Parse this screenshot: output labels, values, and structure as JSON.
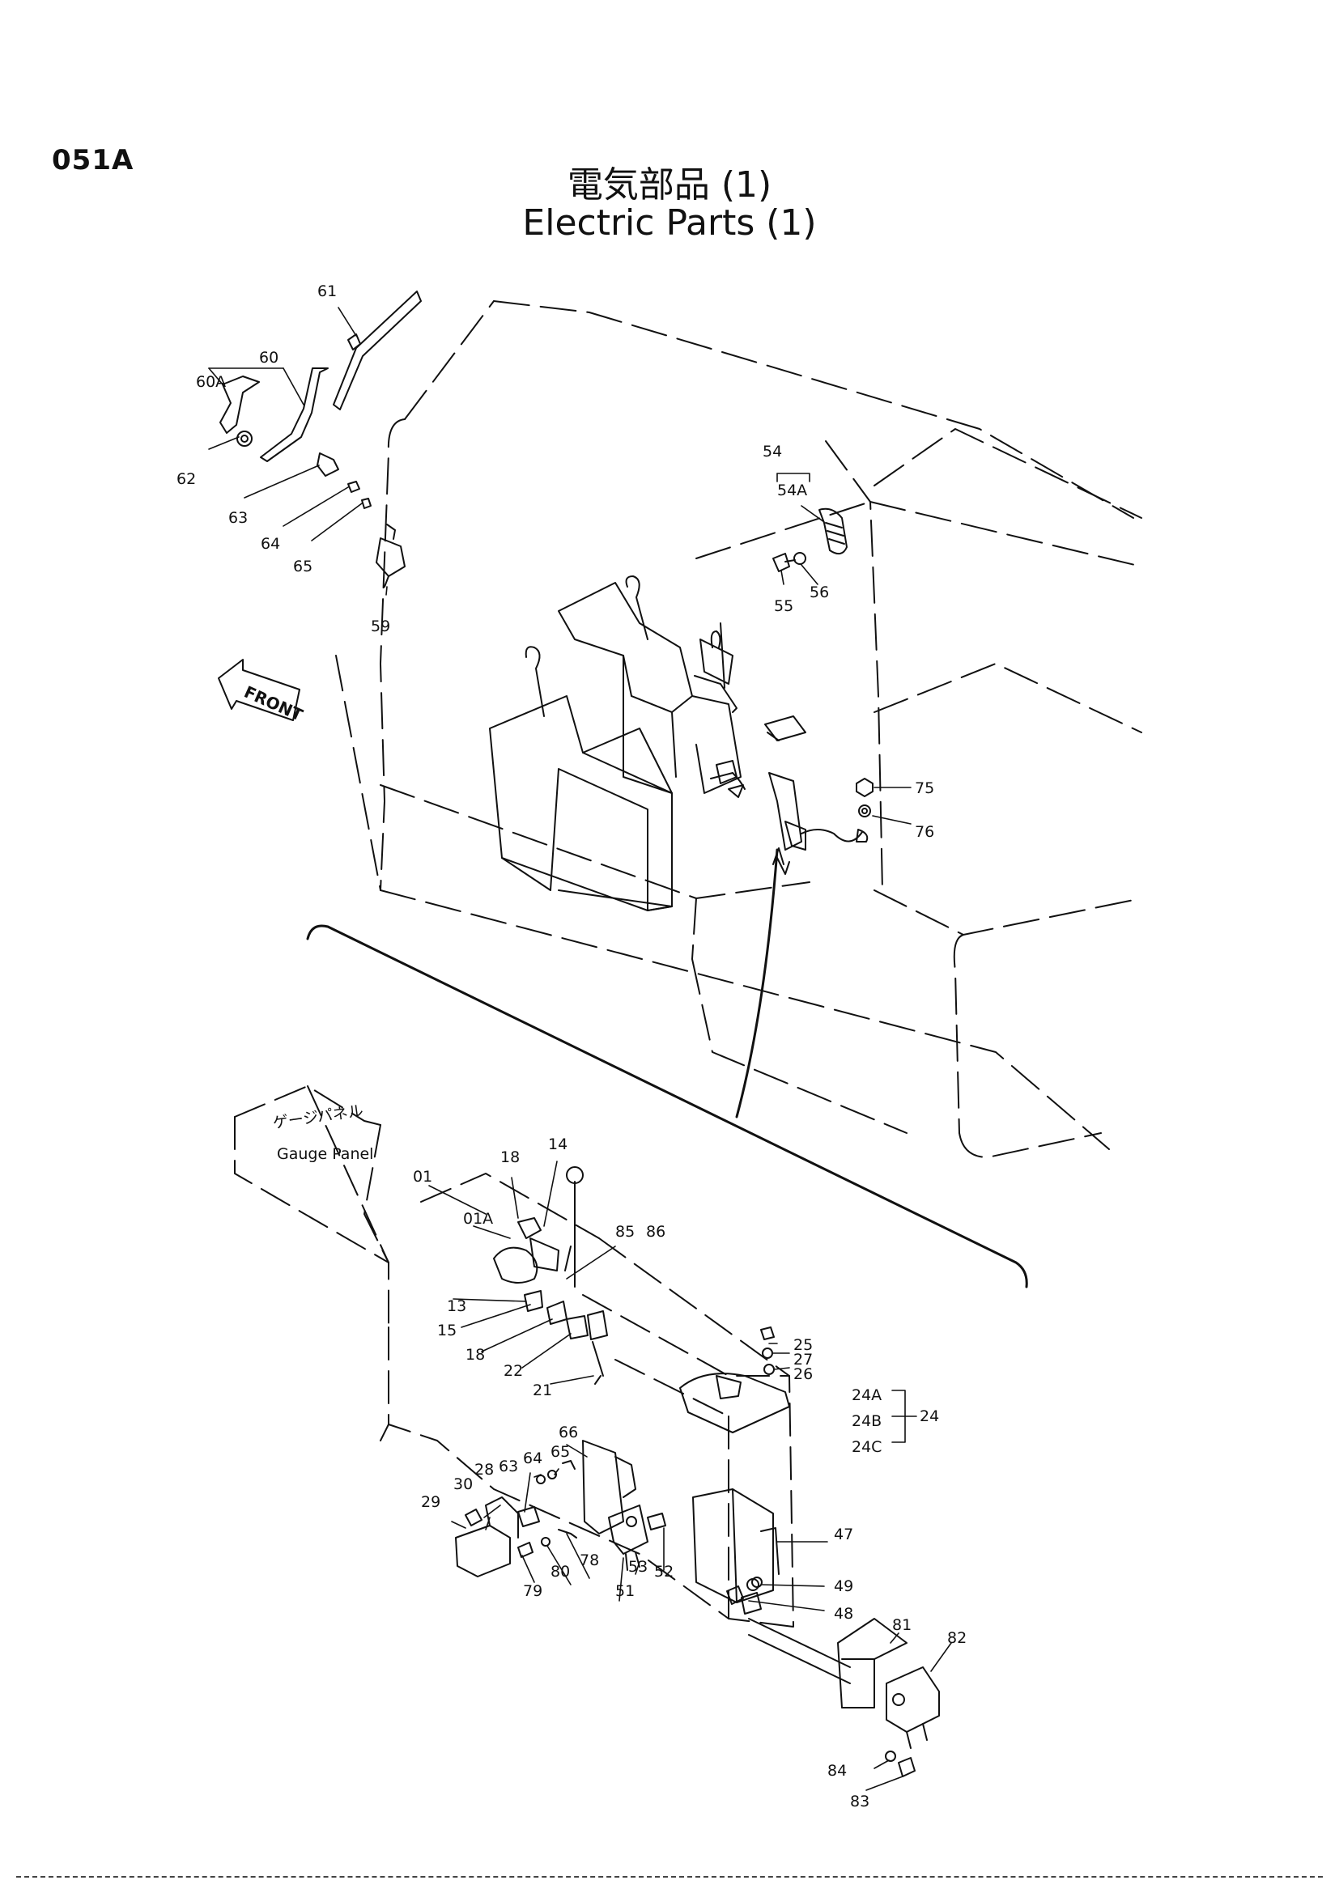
{
  "header": {
    "page_code": "051A",
    "title_jp": "電気部品 (1)",
    "title_en": "Electric Parts (1)"
  },
  "labels": {
    "front": "FRONT",
    "gauge_panel_jp": "ゲージパネル",
    "gauge_panel_en": "Gauge Panel"
  },
  "callouts": [
    {
      "id": "p61",
      "text": "61"
    },
    {
      "id": "p60",
      "text": "60"
    },
    {
      "id": "p60a",
      "text": "60A"
    },
    {
      "id": "p62",
      "text": "62"
    },
    {
      "id": "p63a",
      "text": "63"
    },
    {
      "id": "p64a",
      "text": "64"
    },
    {
      "id": "p65a",
      "text": "65"
    },
    {
      "id": "p59",
      "text": "59"
    },
    {
      "id": "p54",
      "text": "54"
    },
    {
      "id": "p54a",
      "text": "54A"
    },
    {
      "id": "p55",
      "text": "55"
    },
    {
      "id": "p56",
      "text": "56"
    },
    {
      "id": "p75",
      "text": "75"
    },
    {
      "id": "p76",
      "text": "76"
    },
    {
      "id": "p01",
      "text": "01"
    },
    {
      "id": "p01a",
      "text": "01A"
    },
    {
      "id": "p18a",
      "text": "18"
    },
    {
      "id": "p14",
      "text": "14"
    },
    {
      "id": "p85",
      "text": "85"
    },
    {
      "id": "p86",
      "text": "86"
    },
    {
      "id": "p13",
      "text": "13"
    },
    {
      "id": "p15",
      "text": "15"
    },
    {
      "id": "p18b",
      "text": "18"
    },
    {
      "id": "p22",
      "text": "22"
    },
    {
      "id": "p21",
      "text": "21"
    },
    {
      "id": "p25",
      "text": "25"
    },
    {
      "id": "p27",
      "text": "27"
    },
    {
      "id": "p26",
      "text": "26"
    },
    {
      "id": "p24a",
      "text": "24A"
    },
    {
      "id": "p24",
      "text": "24"
    },
    {
      "id": "p24b",
      "text": "24B"
    },
    {
      "id": "p24c",
      "text": "24C"
    },
    {
      "id": "p66",
      "text": "66"
    },
    {
      "id": "p63b",
      "text": "63"
    },
    {
      "id": "p64b",
      "text": "64"
    },
    {
      "id": "p65b",
      "text": "65"
    },
    {
      "id": "p28",
      "text": "28"
    },
    {
      "id": "p30",
      "text": "30"
    },
    {
      "id": "p29",
      "text": "29"
    },
    {
      "id": "p53",
      "text": "53"
    },
    {
      "id": "p52",
      "text": "52"
    },
    {
      "id": "p78",
      "text": "78"
    },
    {
      "id": "p80",
      "text": "80"
    },
    {
      "id": "p79",
      "text": "79"
    },
    {
      "id": "p51",
      "text": "51"
    },
    {
      "id": "p47",
      "text": "47"
    },
    {
      "id": "p49",
      "text": "49"
    },
    {
      "id": "p48",
      "text": "48"
    },
    {
      "id": "p81",
      "text": "81"
    },
    {
      "id": "p82",
      "text": "82"
    },
    {
      "id": "p84",
      "text": "84"
    },
    {
      "id": "p83",
      "text": "83"
    }
  ]
}
